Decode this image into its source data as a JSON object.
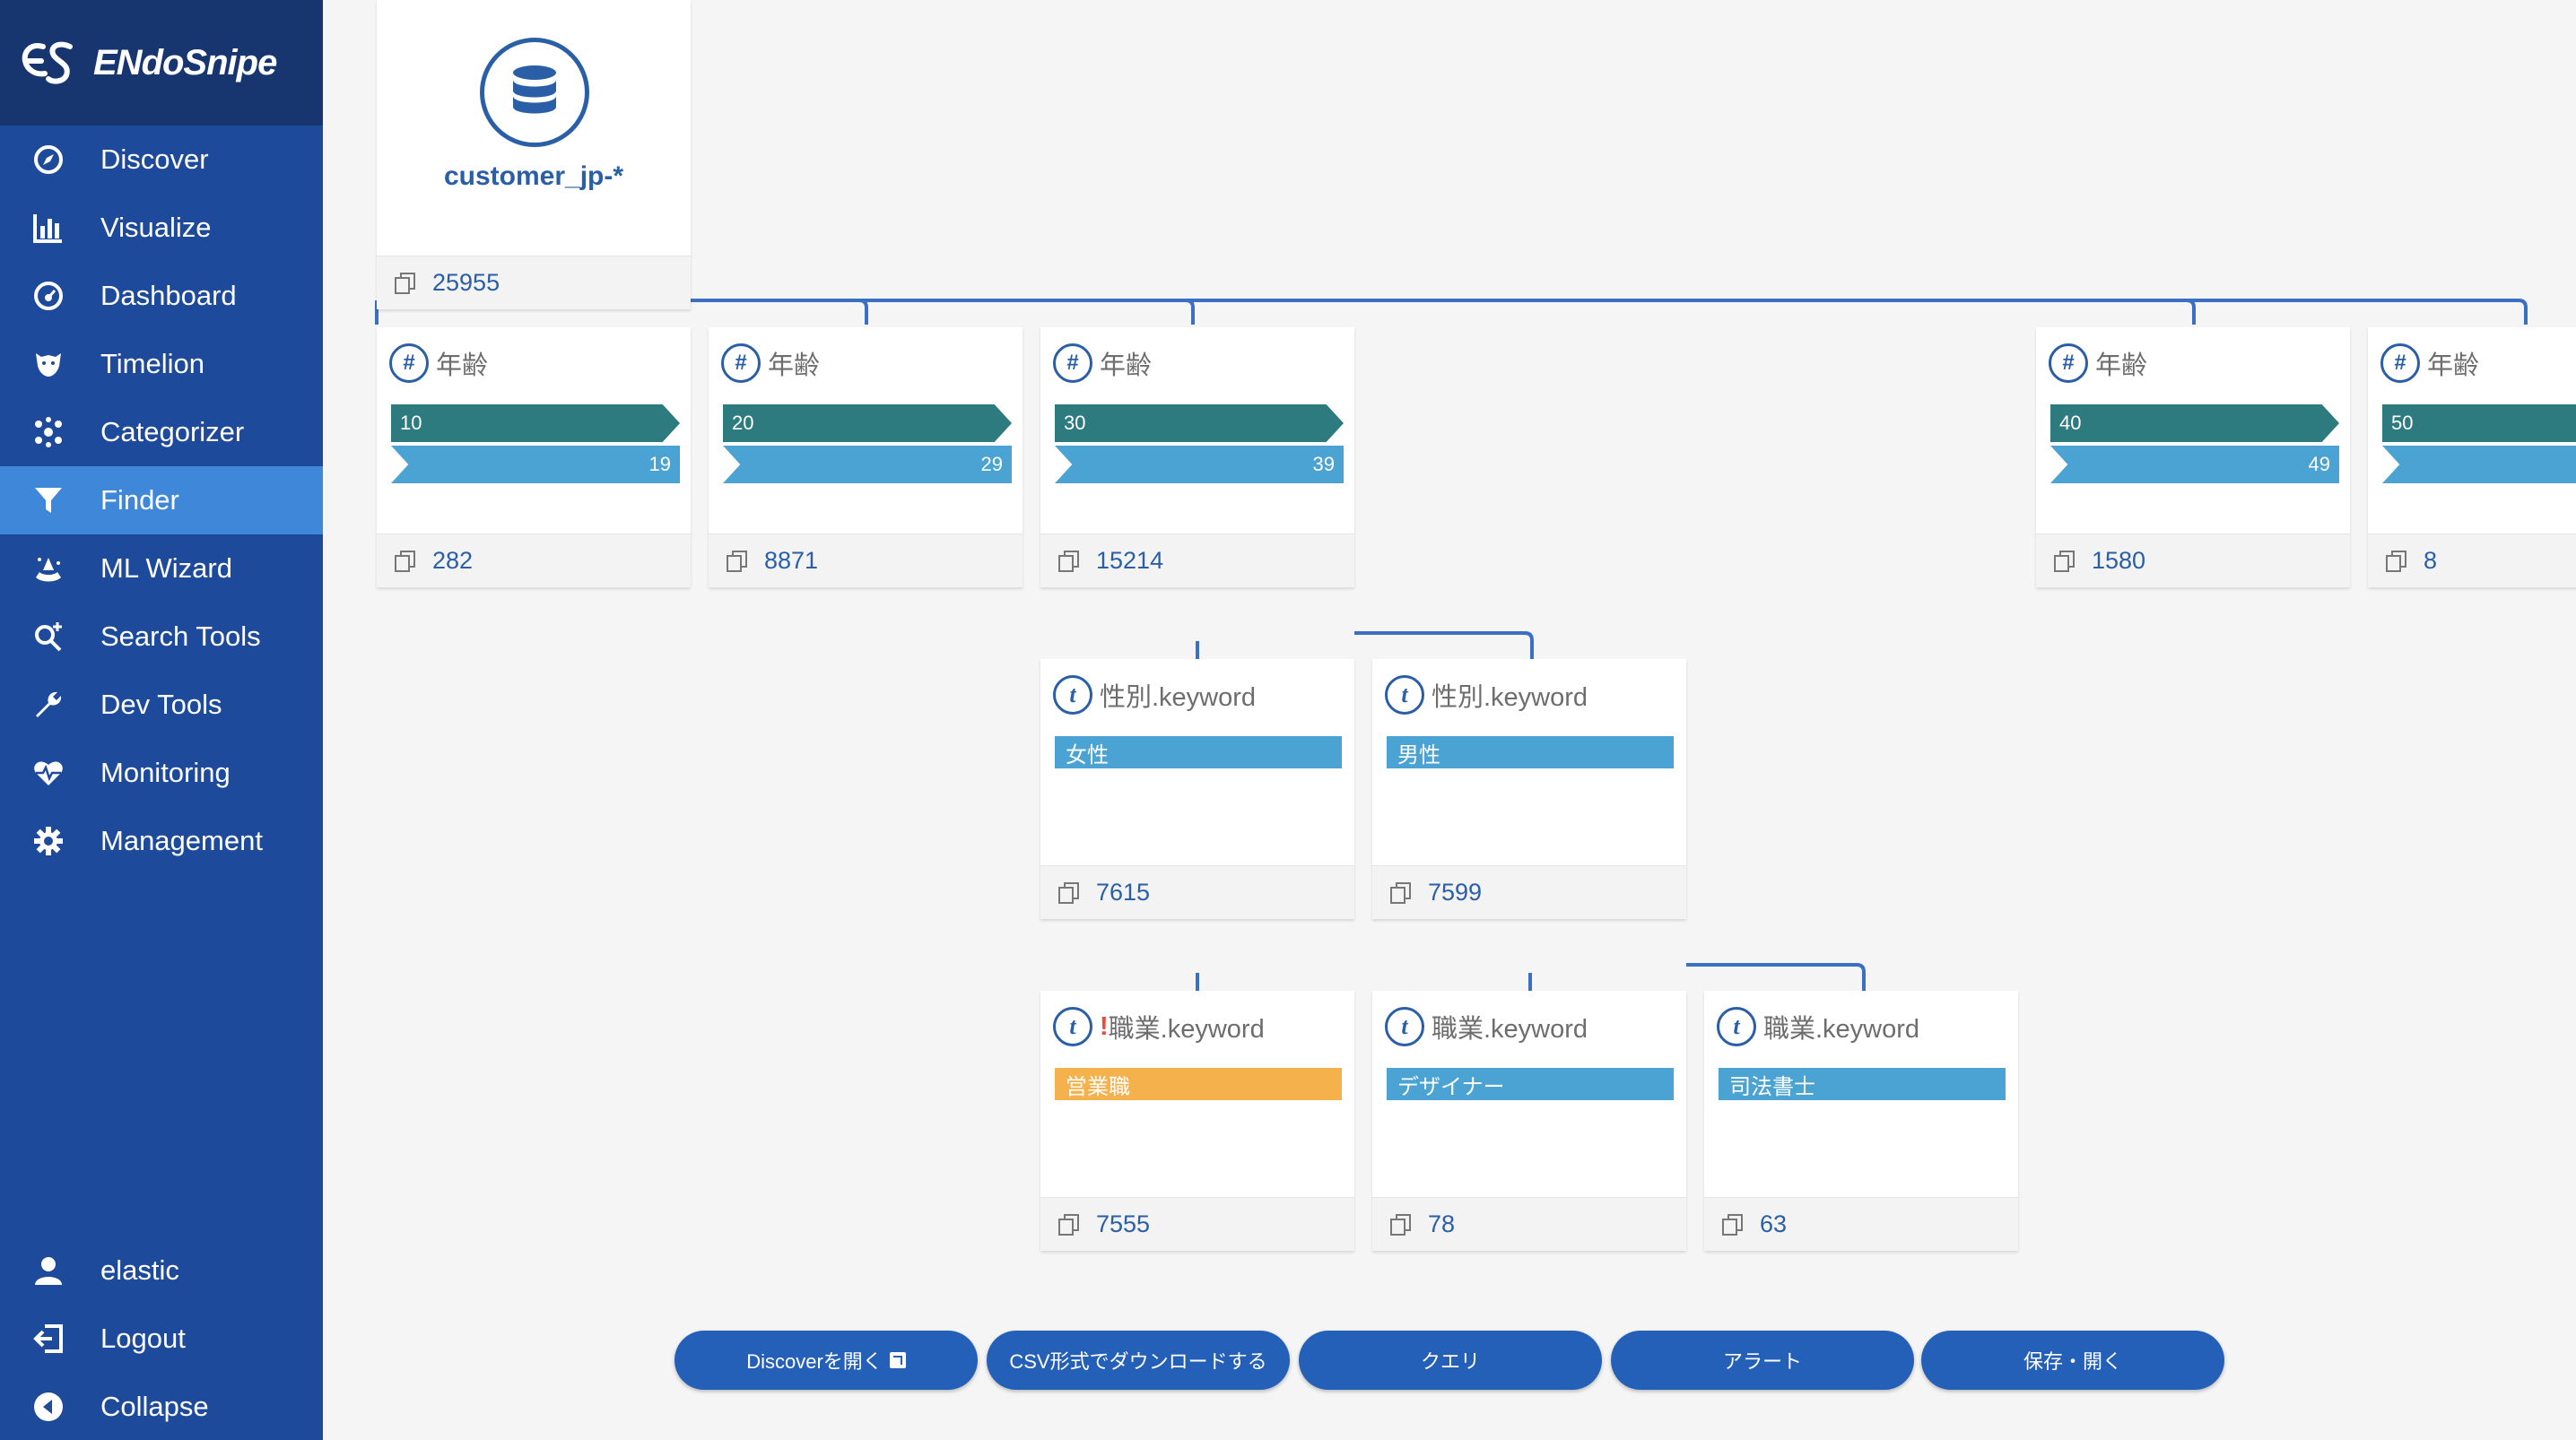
{
  "app": {
    "brand": "ENdoSnipe"
  },
  "sidebar": {
    "items": [
      {
        "label": "Discover",
        "icon": "compass-icon"
      },
      {
        "label": "Visualize",
        "icon": "bar-chart-icon"
      },
      {
        "label": "Dashboard",
        "icon": "dashboard-icon"
      },
      {
        "label": "Timelion",
        "icon": "timelion-icon"
      },
      {
        "label": "Categorizer",
        "icon": "categorizer-icon"
      },
      {
        "label": "Finder",
        "icon": "filter-icon",
        "active": true
      },
      {
        "label": "ML Wizard",
        "icon": "wizard-icon"
      },
      {
        "label": "Search Tools",
        "icon": "search-plus-icon"
      },
      {
        "label": "Dev Tools",
        "icon": "wrench-icon"
      },
      {
        "label": "Monitoring",
        "icon": "heartbeat-icon"
      },
      {
        "label": "Management",
        "icon": "gear-icon"
      }
    ],
    "bottom": [
      {
        "label": "elastic",
        "icon": "user-icon"
      },
      {
        "label": "Logout",
        "icon": "logout-icon"
      },
      {
        "label": "Collapse",
        "icon": "collapse-icon"
      }
    ]
  },
  "root": {
    "title": "customer_jp-*",
    "count": "25955"
  },
  "nodes": {
    "age1": {
      "field": "年齢",
      "type": "#",
      "from": "10",
      "to": "19",
      "count": "282"
    },
    "age2": {
      "field": "年齢",
      "type": "#",
      "from": "20",
      "to": "29",
      "count": "8871"
    },
    "age3": {
      "field": "年齢",
      "type": "#",
      "from": "30",
      "to": "39",
      "count": "15214"
    },
    "age4": {
      "field": "年齢",
      "type": "#",
      "from": "40",
      "to": "49",
      "count": "1580"
    },
    "age5": {
      "field": "年齢",
      "type": "#",
      "from": "50",
      "count": "8"
    },
    "sex1": {
      "field": "性別.keyword",
      "type": "t",
      "term": "女性",
      "count": "7615"
    },
    "sex2": {
      "field": "性別.keyword",
      "type": "t",
      "term": "男性",
      "count": "7599"
    },
    "job1": {
      "excl": "!",
      "field": "職業.keyword",
      "type": "t",
      "term": "営業職",
      "count": "7555"
    },
    "job2": {
      "field": "職業.keyword",
      "type": "t",
      "term": "デザイナー",
      "count": "78"
    },
    "job3": {
      "field": "職業.keyword",
      "type": "t",
      "term": "司法書士",
      "count": "63"
    }
  },
  "colors": {
    "range_from": "#2e7b7f",
    "range_to": "#4aa3d2",
    "term": "#4aa3d2",
    "term_excluded": "#f5b14c",
    "accent": "#2a5ea6"
  },
  "actions": {
    "discover": "Discoverを開く",
    "csv": "CSV形式でダウンロードする",
    "query": "クエリ",
    "alert": "アラート",
    "save": "保存・開く"
  }
}
